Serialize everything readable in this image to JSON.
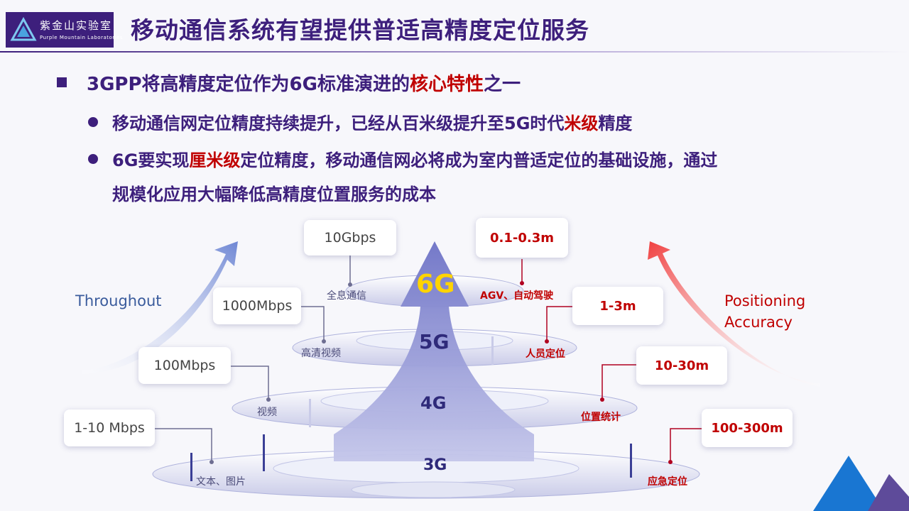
{
  "logo": {
    "cn": "紫金山实验室",
    "en": "Purple Mountain Laboratories"
  },
  "title": "移动通信系统有望提供普适高精度定位服务",
  "bullets": {
    "main": {
      "pre": "3GPP将高精度定位作为6G标准演进的",
      "hl": "核心特性",
      "post": "之一"
    },
    "sub1": {
      "pre": "移动通信网定位精度持续提升，已经从百米级提升至5G时代",
      "hl": "米级",
      "post": "精度"
    },
    "sub2": {
      "pre": "6G要实现",
      "hl": "厘米级",
      "post": "定位精度，移动通信网必将成为室内普适定位的基础设施，通过",
      "line2": "规模化应用大幅降低高精度位置服务的成本"
    }
  },
  "diagram": {
    "generations": [
      "3G",
      "4G",
      "5G",
      "6G"
    ],
    "throughput_label": "Throughout",
    "positioning_label_1": "Positioning",
    "positioning_label_2": "Accuracy",
    "throughput": [
      {
        "value": "1-10 Mbps",
        "app": "文本、图片"
      },
      {
        "value": "100Mbps",
        "app": "视频"
      },
      {
        "value": "1000Mbps",
        "app": "高清视频"
      },
      {
        "value": "10Gbps",
        "app": "全息通信"
      }
    ],
    "accuracy": [
      {
        "value": "100-300m",
        "app": "应急定位"
      },
      {
        "value": "10-30m",
        "app": "位置统计"
      },
      {
        "value": "1-3m",
        "app": "人员定位"
      },
      {
        "value": "0.1-0.3m",
        "app": "AGV、自动驾驶"
      }
    ]
  },
  "colors": {
    "brand": "#3d1f7c",
    "highlight": "#c00000",
    "accent_blue": "#1565c0"
  }
}
